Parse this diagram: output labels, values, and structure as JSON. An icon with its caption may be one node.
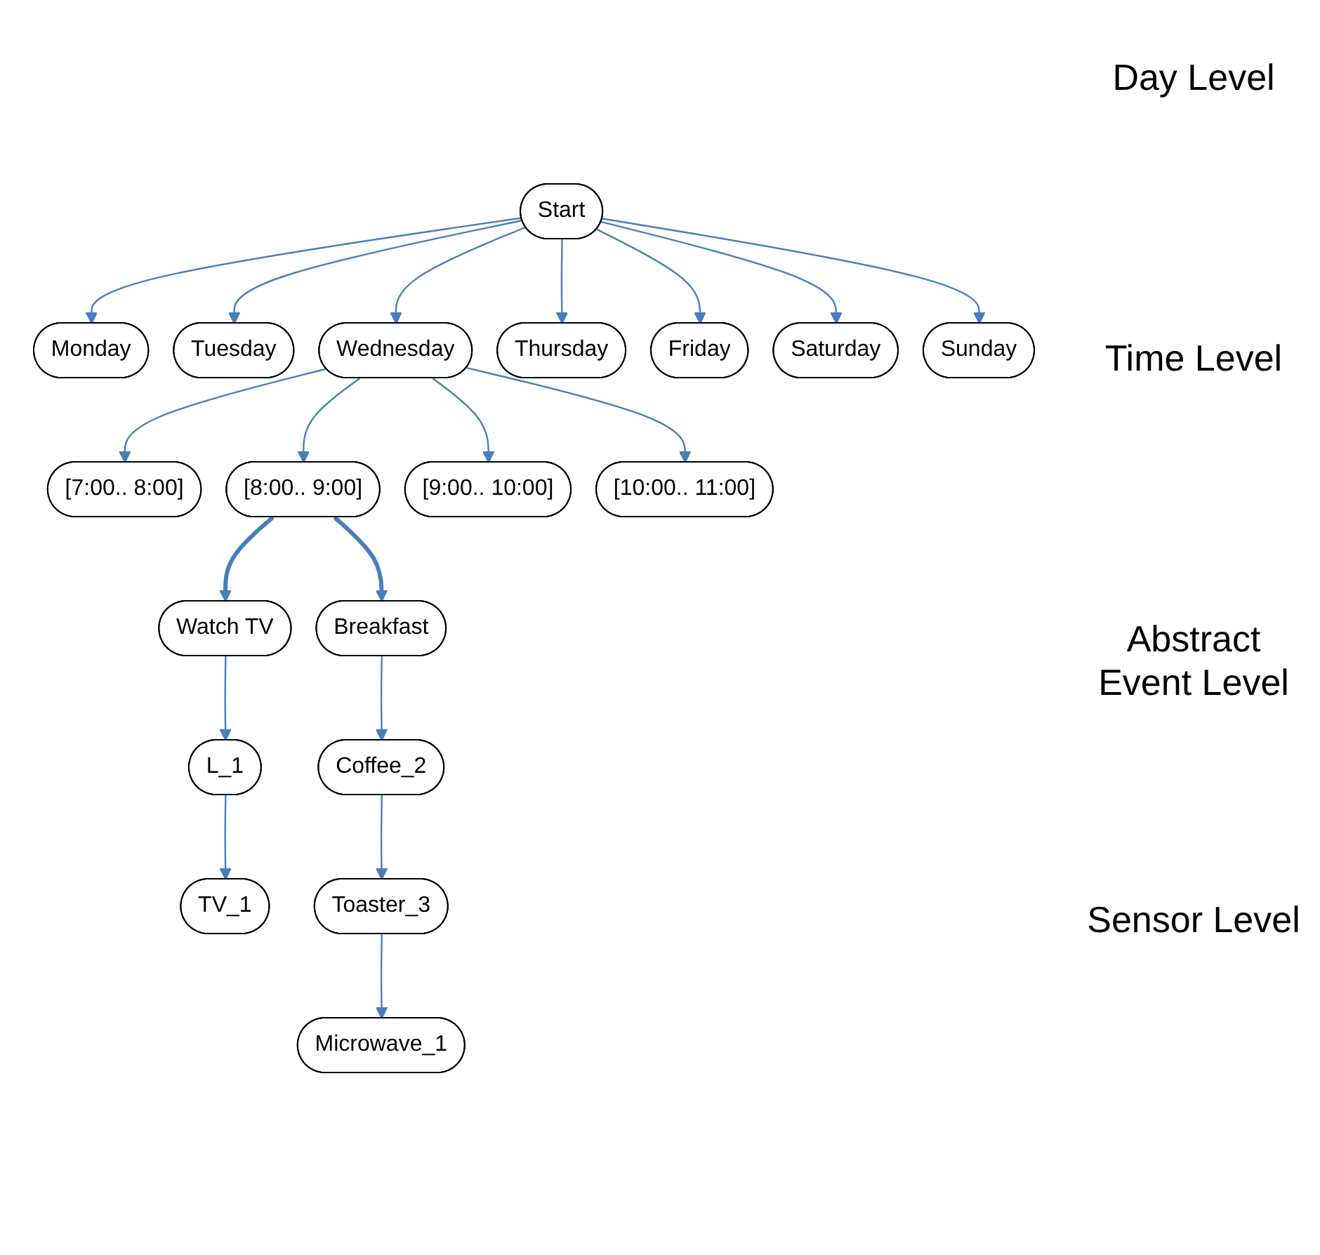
{
  "diagram": {
    "nodes": [
      {
        "text": [
          "Start"
        ]
      },
      {
        "text": [
          "Monday"
        ]
      },
      {
        "text": [
          "Tuesday"
        ]
      },
      {
        "text": [
          "Wednesday"
        ]
      },
      {
        "text": [
          "Thursday"
        ]
      },
      {
        "text": [
          "Friday"
        ]
      },
      {
        "text": [
          "Saturday"
        ]
      },
      {
        "text": [
          "Sunday"
        ]
      },
      {
        "text": [
          "[7:00.. 8:00]"
        ]
      },
      {
        "text": [
          "[8:00.. 9:00]"
        ]
      },
      {
        "text": [
          "[9:00.. 10:00]"
        ]
      },
      {
        "text": [
          "[10:00.. 11:00]"
        ]
      },
      {
        "text": [
          "Watch TV"
        ]
      },
      {
        "text": [
          "Breakfast"
        ]
      },
      {
        "text": [
          "L_1"
        ]
      },
      {
        "text": [
          "TV_1"
        ]
      },
      {
        "text": [
          "Coffee_2"
        ]
      },
      {
        "text": [
          "Toaster_3"
        ]
      },
      {
        "text": [
          "Microwave_1"
        ]
      }
    ],
    "edges": [
      {
        "from": 0,
        "to": 1,
        "arrow": "to"
      },
      {
        "from": 0,
        "to": 2,
        "arrow": "to"
      },
      {
        "from": 0,
        "to": 3,
        "arrow": "to"
      },
      {
        "from": 0,
        "to": 4,
        "arrow": "to"
      },
      {
        "from": 0,
        "to": 5,
        "arrow": "to"
      },
      {
        "from": 0,
        "to": 6,
        "arrow": "to"
      },
      {
        "from": 0,
        "to": 7,
        "arrow": "to"
      },
      {
        "from": 3,
        "to": 8,
        "arrow": "to"
      },
      {
        "from": 3,
        "to": 9,
        "arrow": "to"
      },
      {
        "from": 3,
        "to": 10,
        "arrow": "to"
      },
      {
        "from": 3,
        "to": 11,
        "arrow": "to"
      },
      {
        "from": 9,
        "to": 12,
        "arrow": "to",
        "style": "thick"
      },
      {
        "from": 9,
        "to": 13,
        "arrow": "to",
        "style": "thick"
      },
      {
        "from": 12,
        "to": 14,
        "arrow": "to"
      },
      {
        "from": 14,
        "to": 15,
        "arrow": "to"
      },
      {
        "from": 13,
        "to": 16,
        "arrow": "to"
      },
      {
        "from": 16,
        "to": 17,
        "arrow": "to"
      },
      {
        "from": 17,
        "to": 18,
        "arrow": "to"
      }
    ],
    "labels": [
      "Day Level",
      "Time Level",
      "Abstract Event Level",
      "Sensor Level"
    ]
  }
}
